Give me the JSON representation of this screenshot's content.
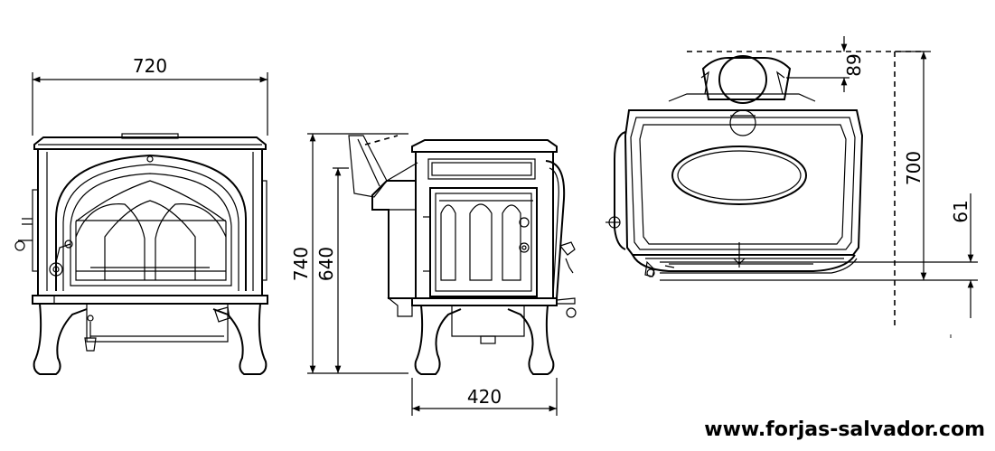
{
  "dimensions": {
    "front_width": "720",
    "total_height": "740",
    "outlet_height": "640",
    "side_depth": "420",
    "top_offset": "89",
    "top_depth": "700",
    "top_front_offset": "61"
  },
  "footer": {
    "website": "www.forjas-salvador.com"
  }
}
